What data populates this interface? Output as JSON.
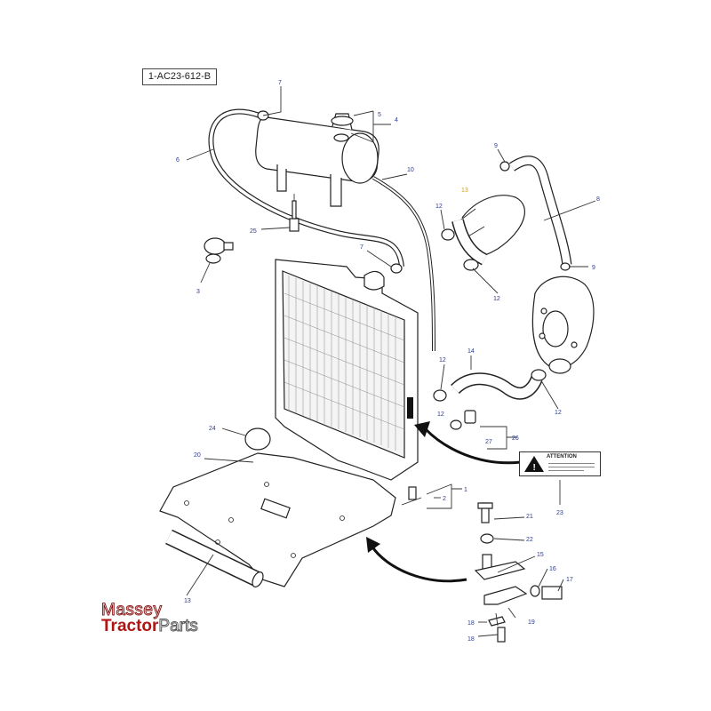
{
  "reference": "1-AC23-612-B",
  "attention_label": "ATTENTION",
  "callouts": [
    "7",
    "5",
    "4",
    "6",
    "10",
    "9",
    "12",
    "8",
    "12",
    "9",
    "25",
    "7",
    "3",
    "12",
    "14",
    "12",
    "12",
    "24",
    "26",
    "27",
    "20",
    "2",
    "1",
    "21",
    "22",
    "15",
    "16",
    "17",
    "23",
    "13",
    "18",
    "19",
    "18"
  ],
  "highlighted_callout": "13",
  "logo": {
    "line1": "Massey",
    "line2_a": "Tractor",
    "line2_b": "Parts"
  }
}
